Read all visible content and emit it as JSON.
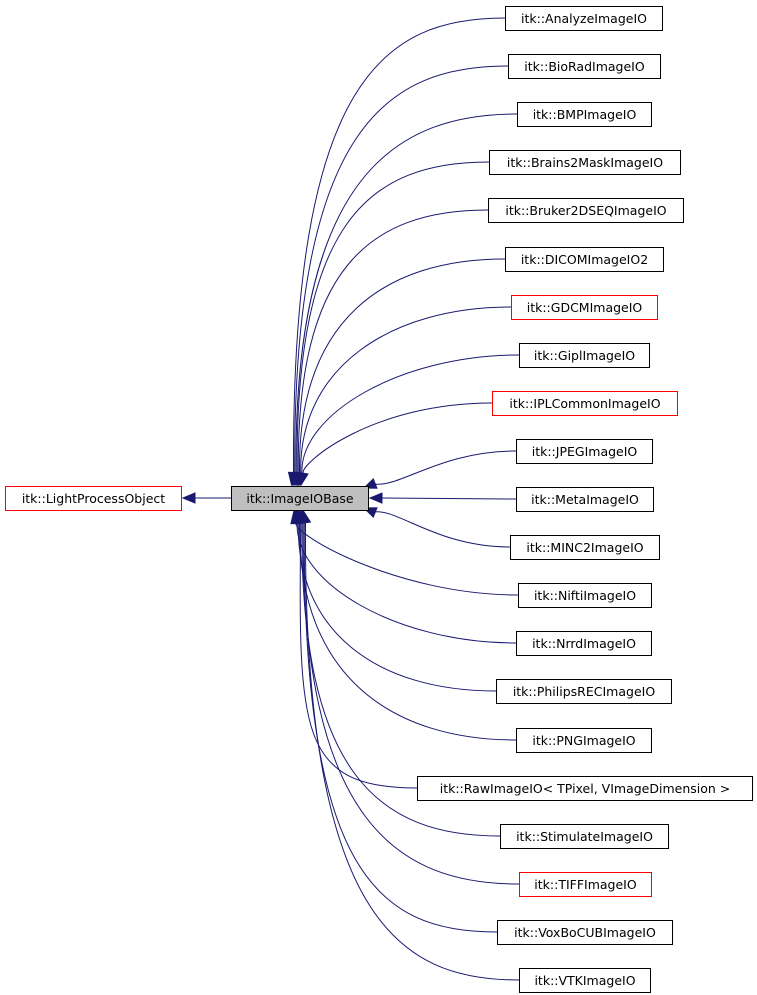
{
  "colors": {
    "edge": "#191970",
    "node_border_default": "#000000",
    "node_border_undocumented": "#ff0000",
    "focus_fill": "#bfbfbf"
  },
  "base": {
    "label": "itk::LightProcessObject",
    "border": "red"
  },
  "focus": {
    "label": "itk::ImageIOBase"
  },
  "derived": [
    {
      "label": "itk::AnalyzeImageIO",
      "border": "black"
    },
    {
      "label": "itk::BioRadImageIO",
      "border": "black"
    },
    {
      "label": "itk::BMPImageIO",
      "border": "black"
    },
    {
      "label": "itk::Brains2MaskImageIO",
      "border": "black"
    },
    {
      "label": "itk::Bruker2DSEQImageIO",
      "border": "black"
    },
    {
      "label": "itk::DICOMImageIO2",
      "border": "black"
    },
    {
      "label": "itk::GDCMImageIO",
      "border": "red"
    },
    {
      "label": "itk::GiplImageIO",
      "border": "black"
    },
    {
      "label": "itk::IPLCommonImageIO",
      "border": "red"
    },
    {
      "label": "itk::JPEGImageIO",
      "border": "black"
    },
    {
      "label": "itk::MetaImageIO",
      "border": "black"
    },
    {
      "label": "itk::MINC2ImageIO",
      "border": "black"
    },
    {
      "label": "itk::NiftiImageIO",
      "border": "black"
    },
    {
      "label": "itk::NrrdImageIO",
      "border": "black"
    },
    {
      "label": "itk::PhilipsRECImageIO",
      "border": "black"
    },
    {
      "label": "itk::PNGImageIO",
      "border": "black"
    },
    {
      "label": "itk::RawImageIO< TPixel, VImageDimension >",
      "border": "black"
    },
    {
      "label": "itk::StimulateImageIO",
      "border": "black"
    },
    {
      "label": "itk::TIFFImageIO",
      "border": "red"
    },
    {
      "label": "itk::VoxBoCUBImageIO",
      "border": "black"
    },
    {
      "label": "itk::VTKImageIO",
      "border": "black"
    }
  ]
}
